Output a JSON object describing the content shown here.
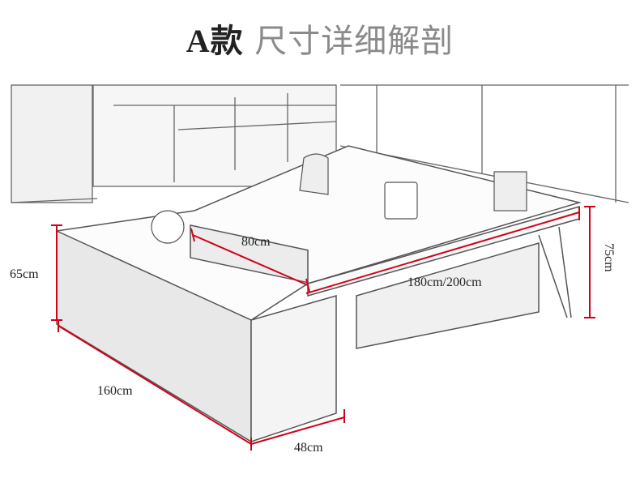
{
  "title": {
    "model": "A款",
    "subtitle": "尺寸详细解剖"
  },
  "dimensions": {
    "return_depth": "80cm",
    "cabinet_height": "65cm",
    "desk_length": "180cm/200cm",
    "desk_height": "75cm",
    "cabinet_length": "160cm",
    "cabinet_depth": "48cm"
  },
  "colors": {
    "dimension_line": "#d0021b",
    "sketch_line": "#555555"
  }
}
